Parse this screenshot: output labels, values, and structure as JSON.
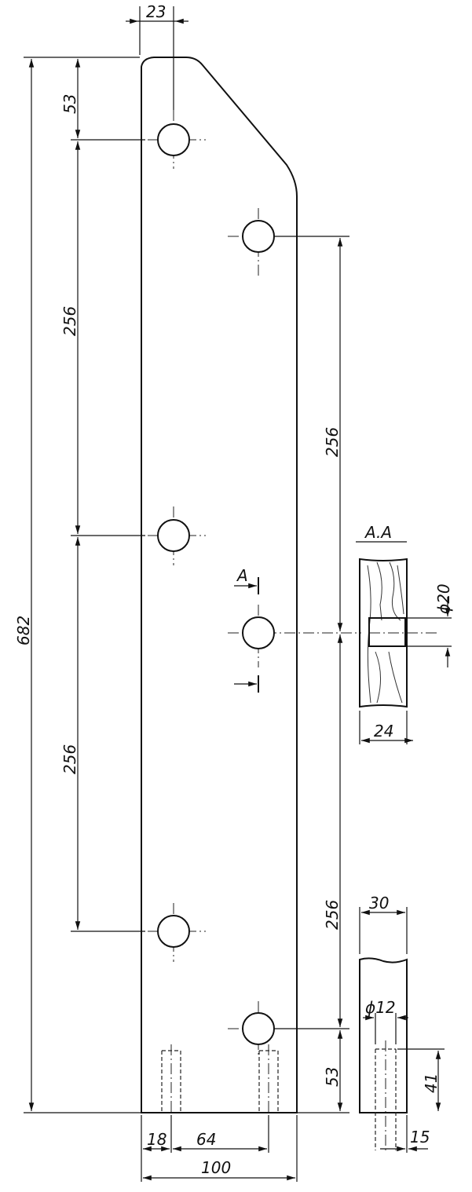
{
  "dimensions": {
    "top_offset": "23",
    "top_hole": "53",
    "spacing_left_upper": "256",
    "spacing_left_lower": "256",
    "overall_height": "682",
    "spacing_right_upper": "256",
    "spacing_right_lower": "256",
    "bottom_hole": "53",
    "bottom_left": "18",
    "bottom_mid": "64",
    "overall_width": "100",
    "hole_dia": "ϕ20",
    "section_thickness": "24",
    "end_width": "30",
    "dowel_dia": "ϕ12",
    "dowel_depth": "41",
    "end_offset": "15"
  },
  "section": {
    "title": "A.A",
    "marker": "A"
  }
}
